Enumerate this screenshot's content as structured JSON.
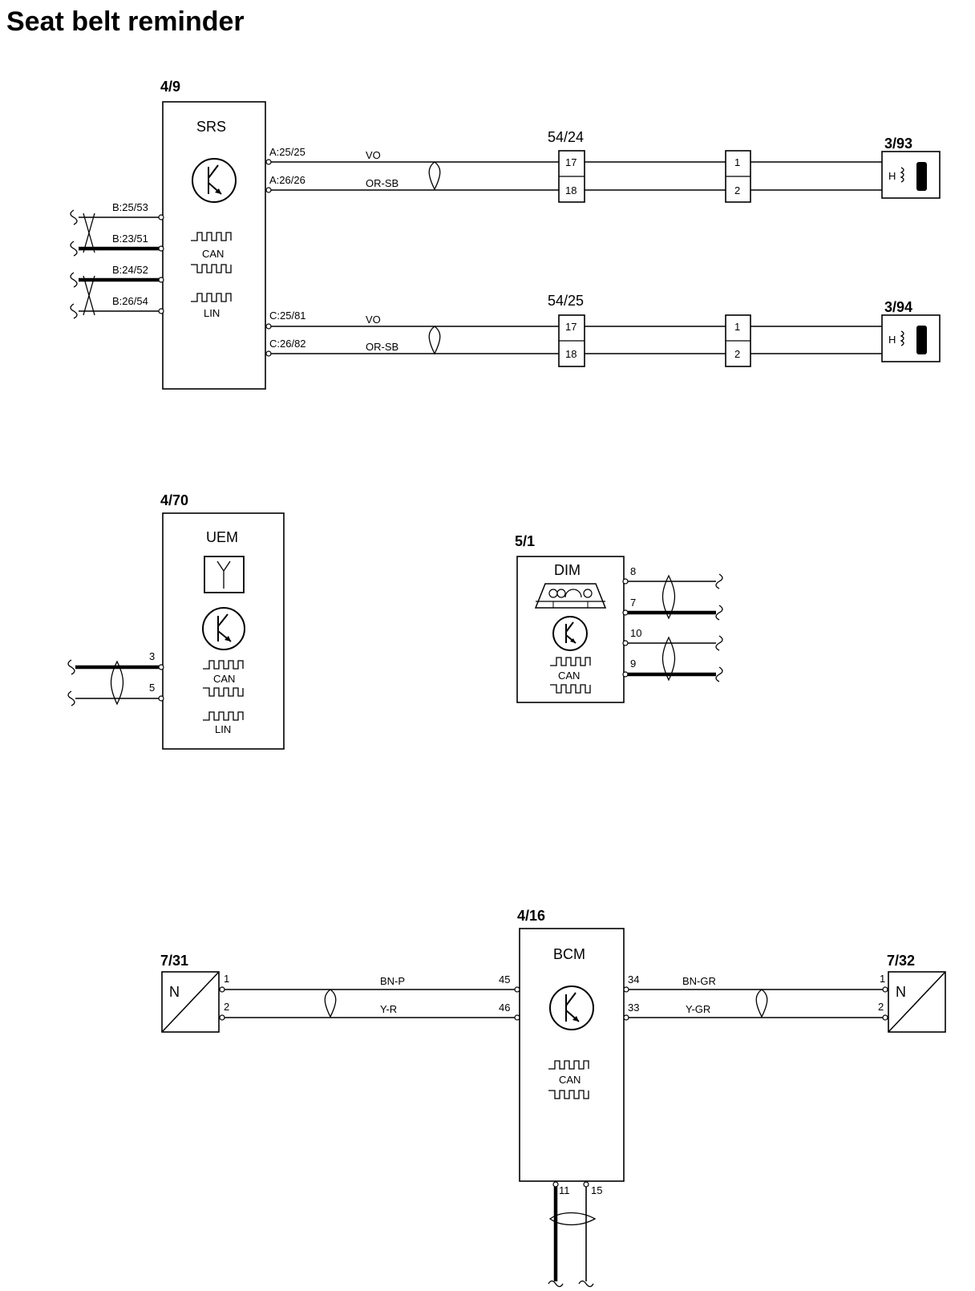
{
  "title": "Seat belt reminder",
  "srs": {
    "ref": "4/9",
    "name": "SRS",
    "pins_right": [
      "A:25/25",
      "A:26/26",
      "C:25/81",
      "C:26/82"
    ],
    "pins_left": [
      "B:25/53",
      "B:23/51",
      "B:24/52",
      "B:26/54"
    ],
    "can_label": "CAN",
    "lin_label": "LIN"
  },
  "circuits": [
    {
      "wire_top": "VO",
      "wire_bottom": "OR-SB",
      "connector": "54/24",
      "connector_pins": [
        "17",
        "18"
      ],
      "inline_pins": [
        "1",
        "2"
      ],
      "device": "3/93",
      "device_label": "H"
    },
    {
      "wire_top": "VO",
      "wire_bottom": "OR-SB",
      "connector": "54/25",
      "connector_pins": [
        "17",
        "18"
      ],
      "inline_pins": [
        "1",
        "2"
      ],
      "device": "3/94",
      "device_label": "H"
    }
  ],
  "uem": {
    "ref": "4/70",
    "name": "UEM",
    "pins": [
      "3",
      "5"
    ],
    "can_label": "CAN",
    "lin_label": "LIN"
  },
  "dim": {
    "ref": "5/1",
    "name": "DIM",
    "pins": [
      "8",
      "7",
      "10",
      "9"
    ],
    "can_label": "CAN"
  },
  "bcm": {
    "ref": "4/16",
    "name": "BCM",
    "pins_left": [
      "45",
      "46"
    ],
    "pins_right": [
      "34",
      "33"
    ],
    "pins_bottom": [
      "11",
      "15"
    ],
    "can_label": "CAN"
  },
  "sensor_left": {
    "ref": "7/31",
    "label": "N",
    "pins": [
      "1",
      "2"
    ],
    "wire_top": "BN-P",
    "wire_bottom": "Y-R"
  },
  "sensor_right": {
    "ref": "7/32",
    "label": "N",
    "pins": [
      "1",
      "2"
    ],
    "wire_top": "BN-GR",
    "wire_bottom": "Y-GR"
  }
}
